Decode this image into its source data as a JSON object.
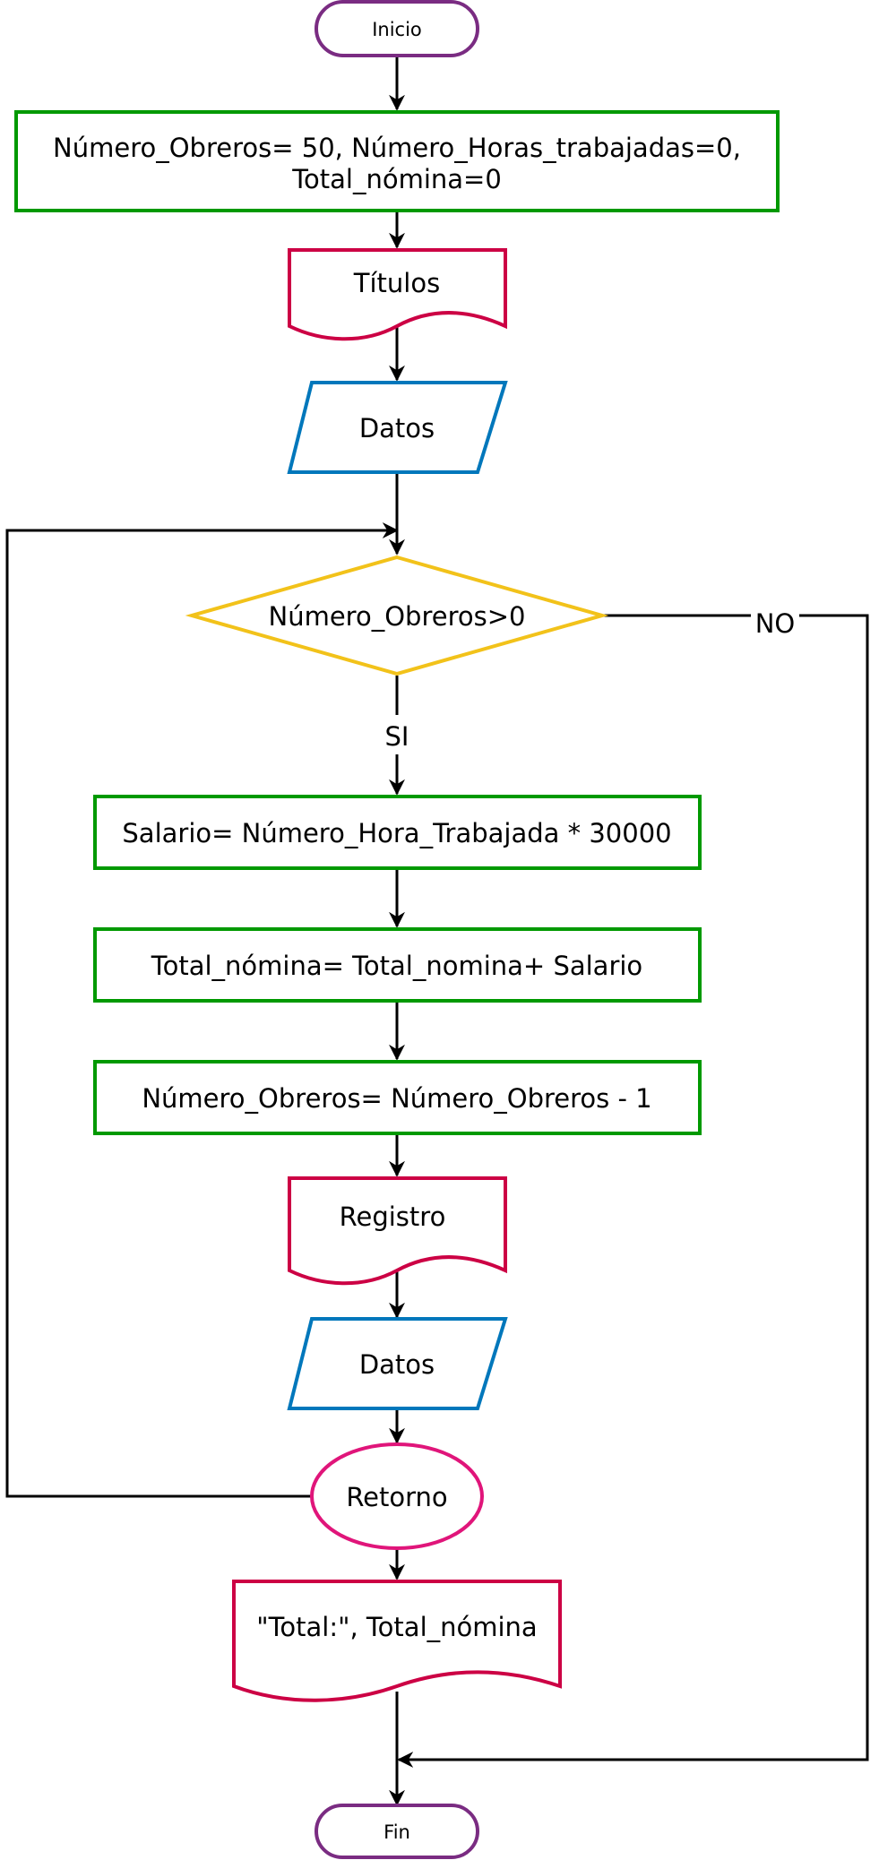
{
  "nodes": {
    "inicio": "Inicio",
    "init_line1": "Número_Obreros= 50, Número_Horas_trabajadas=0,",
    "init_line2": "Total_nómina=0",
    "titulos": "Títulos",
    "datos1": "Datos",
    "decision": "Número_Obreros>0",
    "salario": "Salario= Número_Hora_Trabajada * 30000",
    "total": "Total_nómina= Total_nomina+ Salario",
    "decremento": "Número_Obreros= Número_Obreros - 1",
    "registro": "Registro",
    "datos2": "Datos",
    "retorno": "Retorno",
    "salida": "\"Total:\", Total_nómina",
    "fin": "Fin"
  },
  "edge_labels": {
    "si": "SI",
    "no": "NO"
  },
  "colors": {
    "process": "#009900",
    "document": "#cc0044",
    "data": "#0077bb",
    "terminal": "#7a2c82",
    "decision": "#f2c21a",
    "connector": "#e0157a",
    "edge": "#000000"
  }
}
